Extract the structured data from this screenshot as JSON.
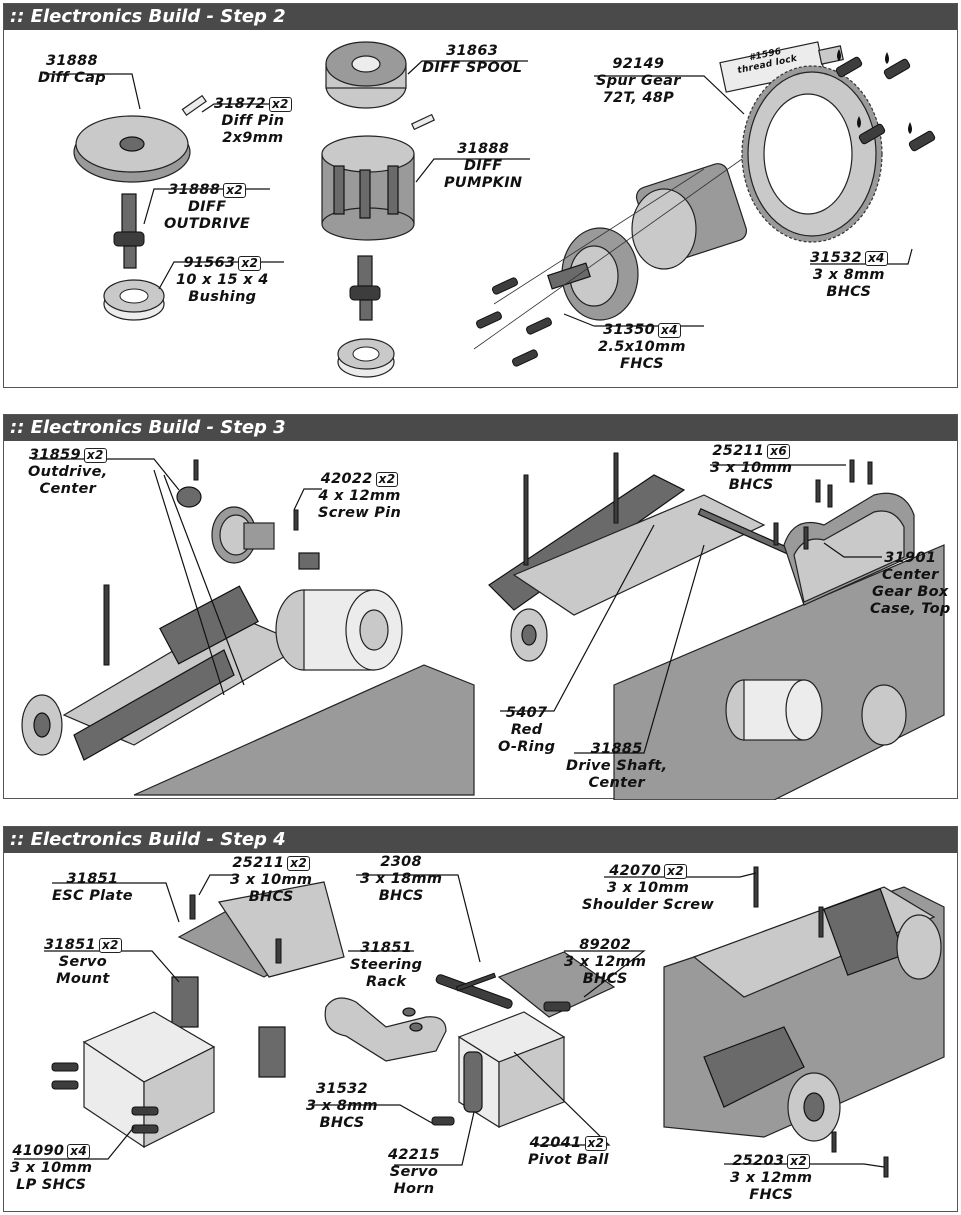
{
  "steps": [
    {
      "title": ":: Electronics Build - Step 2",
      "labels": {
        "diff_cap": {
          "part": "31888",
          "desc1": "Diff Cap",
          "desc2": "",
          "desc3": "",
          "qty": ""
        },
        "diff_pin": {
          "part": "31872",
          "desc1": "Diff Pin",
          "desc2": "2x9mm",
          "desc3": "",
          "qty": "x2"
        },
        "diff_outdrive": {
          "part": "31888",
          "desc1": "DIFF",
          "desc2": "OUTDRIVE",
          "desc3": "",
          "qty": "x2"
        },
        "bushing": {
          "part": "91563",
          "desc1": "10 x 15 x 4",
          "desc2": "Bushing",
          "desc3": "",
          "qty": "x2"
        },
        "diff_spool": {
          "part": "31863",
          "desc1": "DIFF SPOOL",
          "desc2": "",
          "desc3": "",
          "qty": ""
        },
        "diff_pumpkin": {
          "part": "31888",
          "desc1": "DIFF",
          "desc2": "PUMPKIN",
          "desc3": "",
          "qty": ""
        },
        "spur_gear": {
          "part": "92149",
          "desc1": "Spur Gear",
          "desc2": "72T, 48P",
          "desc3": "",
          "qty": ""
        },
        "bhcs_3x8": {
          "part": "31532",
          "desc1": "3 x 8mm",
          "desc2": "BHCS",
          "desc3": "",
          "qty": "x4"
        },
        "fhcs_25x10": {
          "part": "31350",
          "desc1": "2.5x10mm",
          "desc2": "FHCS",
          "desc3": "",
          "qty": "x4"
        }
      },
      "thread_lock": {
        "line1": "#1596",
        "line2": "thread lock"
      }
    },
    {
      "title": ":: Electronics Build - Step 3",
      "labels": {
        "outdrive_center": {
          "part": "31859",
          "desc1": "Outdrive,",
          "desc2": "Center",
          "desc3": "",
          "qty": "x2"
        },
        "screw_pin": {
          "part": "42022",
          "desc1": "4 x 12mm",
          "desc2": "Screw Pin",
          "desc3": "",
          "qty": "x2"
        },
        "bhcs_3x10": {
          "part": "25211",
          "desc1": "3 x 10mm",
          "desc2": "BHCS",
          "desc3": "",
          "qty": "x6"
        },
        "gear_box_top": {
          "part": "31901",
          "desc1": "Center",
          "desc2": "Gear Box",
          "desc3": "Case, Top",
          "qty": ""
        },
        "red_oring": {
          "part": "5407",
          "desc1": "Red",
          "desc2": "O-Ring",
          "desc3": "",
          "qty": ""
        },
        "drive_shaft": {
          "part": "31885",
          "desc1": "Drive Shaft,",
          "desc2": "Center",
          "desc3": "",
          "qty": ""
        }
      }
    },
    {
      "title": ":: Electronics Build - Step 4",
      "labels": {
        "esc_plate": {
          "part": "31851",
          "desc1": "ESC Plate",
          "desc2": "",
          "desc3": "",
          "qty": ""
        },
        "bhcs_3x10": {
          "part": "25211",
          "desc1": "3 x 10mm",
          "desc2": "BHCS",
          "desc3": "",
          "qty": "x2"
        },
        "bhcs_3x18": {
          "part": "2308",
          "desc1": "3 x 18mm",
          "desc2": "BHCS",
          "desc3": "",
          "qty": ""
        },
        "servo_mount": {
          "part": "31851",
          "desc1": "Servo",
          "desc2": "Mount",
          "desc3": "",
          "qty": "x2"
        },
        "steering_rack": {
          "part": "31851",
          "desc1": "Steering",
          "desc2": "Rack",
          "desc3": "",
          "qty": ""
        },
        "bhcs_3x12": {
          "part": "89202",
          "desc1": "3 x 12mm",
          "desc2": "BHCS",
          "desc3": "",
          "qty": ""
        },
        "shoulder_screw": {
          "part": "42070",
          "desc1": "3 x 10mm",
          "desc2": "Shoulder Screw",
          "desc3": "",
          "qty": "x2"
        },
        "lp_shcs": {
          "part": "41090",
          "desc1": "3 x 10mm",
          "desc2": "LP SHCS",
          "desc3": "",
          "qty": "x4"
        },
        "bhcs_3x8": {
          "part": "31532",
          "desc1": "3 x 8mm",
          "desc2": "BHCS",
          "desc3": "",
          "qty": ""
        },
        "servo_horn": {
          "part": "42215",
          "desc1": "Servo",
          "desc2": "Horn",
          "desc3": "",
          "qty": ""
        },
        "pivot_ball": {
          "part": "42041",
          "desc1": "Pivot Ball",
          "desc2": "",
          "desc3": "",
          "qty": "x2"
        },
        "fhcs_3x12": {
          "part": "25203",
          "desc1": "3 x 12mm",
          "desc2": "FHCS",
          "desc3": "",
          "qty": "x2"
        }
      }
    }
  ]
}
